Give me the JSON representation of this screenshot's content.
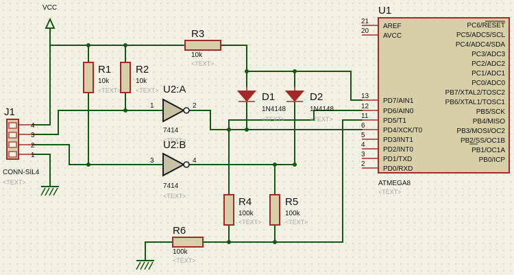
{
  "vcc": {
    "label": "VCC"
  },
  "text_placeholder": "<TEXT>",
  "j1": {
    "ref": "J1",
    "value": "CONN-SIL4",
    "pins": [
      "4",
      "3",
      "2",
      "1"
    ]
  },
  "r1": {
    "ref": "R1",
    "value": "10k"
  },
  "r2": {
    "ref": "R2",
    "value": "10k"
  },
  "r3": {
    "ref": "R3",
    "value": "10k"
  },
  "r4": {
    "ref": "R4",
    "value": "100k"
  },
  "r5": {
    "ref": "R5",
    "value": "100k"
  },
  "r6": {
    "ref": "R6",
    "value": "100k"
  },
  "d1": {
    "ref": "D1",
    "value": "1N4148"
  },
  "d2": {
    "ref": "D2",
    "value": "1N4148"
  },
  "u2a": {
    "ref": "U2:A",
    "value": "7414",
    "pin_in": "1",
    "pin_out": "2"
  },
  "u2b": {
    "ref": "U2:B",
    "value": "7414",
    "pin_in": "3",
    "pin_out": "4"
  },
  "u1": {
    "ref": "U1",
    "value": "ATMEGA8",
    "left_pins": [
      {
        "num": "21",
        "name": "AREF"
      },
      {
        "num": "20",
        "name": "AVCC"
      },
      {
        "num": "13",
        "name": "PD7/AIN1"
      },
      {
        "num": "12",
        "name": "PD6/AIN0"
      },
      {
        "num": "11",
        "name": "PD5/T1"
      },
      {
        "num": "6",
        "name": "PD4/XCK/T0"
      },
      {
        "num": "5",
        "name": "PD3/INT1"
      },
      {
        "num": "4",
        "name": "PD2/INT0"
      },
      {
        "num": "3",
        "name": "PD1/TXD"
      },
      {
        "num": "2",
        "name": "PD0/RXD"
      }
    ],
    "right_pins": [
      "PC6/RESET",
      "PC5/ADC5/SCL",
      "PC4/ADC4/SDA",
      "PC3/ADC3",
      "PC2/ADC2",
      "PC1/ADC1",
      "PC0/ADC0",
      "PB7/XTAL2/TOSC2",
      "PB6/XTAL1/TOSC1",
      "PB5/SCK",
      "PB4/MISO",
      "PB3/MOSI/OC2",
      "PB2/SS/OC1B",
      "PB1/OC1A",
      "PB0/ICP"
    ]
  }
}
